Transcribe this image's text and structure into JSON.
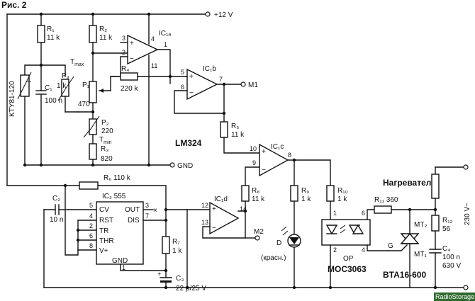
{
  "figure": {
    "caption": "Рис. 2",
    "watermark": "RadioStorage.net"
  },
  "power": {
    "vcc": "+12 V",
    "gnd": "GND",
    "mains": "230 V~"
  },
  "resistors": {
    "r1": "R₁",
    "r1_val": "11 k",
    "r2": "R₂",
    "r2_val": "11 k",
    "r3": "R₃",
    "r3_val": "820",
    "r4": "R₄",
    "r4_val": "220 k",
    "r5": "R₅",
    "r5_val": "11 k",
    "r6": "R₆",
    "r6_val": "110 k",
    "r7": "R₇",
    "r7_val": "1 k",
    "r8": "R₈",
    "r8_val": "11 k",
    "r9": "R₉",
    "r9_val": "1 k",
    "r10": "R₁₀",
    "r10_val": "1 k",
    "r11": "R₁₁",
    "r11_val": "360",
    "r12": "R₁₂",
    "r12_val": "56"
  },
  "pots": {
    "p1": "P₁",
    "p1_val": "470",
    "p2": "P₂",
    "p2_val": "220",
    "p3": "P₃",
    "p3_val": "1 k",
    "tmax": "T",
    "tmax_sub": "max",
    "tmin": "T",
    "tmin_sub": "min"
  },
  "capacitors": {
    "c1": "C₁",
    "c1_val": "100 n",
    "c2": "C₂",
    "c2_val": "10 n",
    "c3": "C₃",
    "c3_val": "22 µ/25 V",
    "c4": "C₄",
    "c4_val": "100 n",
    "c4_val2": "630 V"
  },
  "opamps": {
    "ic1a": "IC₁ₐ",
    "ic1b": "IC₁b",
    "ic1c": "IC₁c",
    "ic1d": "IC₁d",
    "family": "LM324",
    "m1": "M1",
    "m2": "M2"
  },
  "pins": {
    "p1": "1",
    "p2": "2",
    "p3": "3",
    "p4": "4",
    "p5": "5",
    "p6": "6",
    "p7": "7",
    "p8": "8",
    "p9": "9",
    "p10": "10",
    "p11": "11",
    "p12": "12",
    "p13": "13",
    "p14": "14"
  },
  "timer": {
    "name": "IC₂ 555",
    "cv": "CV",
    "rst": "RST",
    "tr": "TR",
    "thr": "THR",
    "vplus": "V+",
    "gnd": "GND",
    "out": "OUT",
    "dis": "DIS",
    "nc": "×"
  },
  "sensor": {
    "name": "KTY81-120",
    "symbol": "T"
  },
  "led": {
    "ref": "D",
    "color": "(красн.)"
  },
  "optocoupler": {
    "ref": "OP",
    "part": "MOC3063"
  },
  "triac": {
    "ref1": "MT₁",
    "ref2": "MT₂",
    "gate": "G",
    "part": "BTA16-600"
  },
  "heater": {
    "label": "Нагреватель"
  }
}
